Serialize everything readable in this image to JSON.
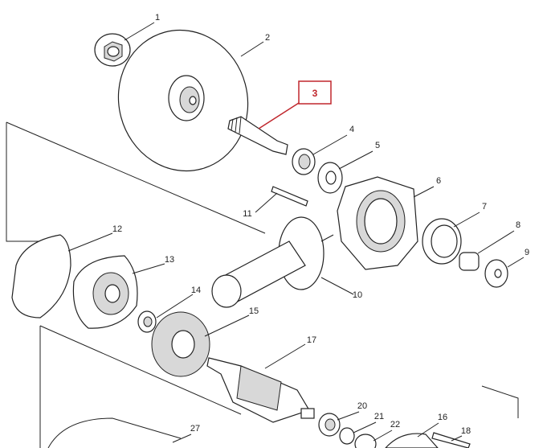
{
  "diagram": {
    "highlight": {
      "label": "3",
      "color": "#c0272d"
    },
    "part_labels": [
      "1",
      "2",
      "4",
      "5",
      "6",
      "7",
      "8",
      "9",
      "10",
      "11",
      "12",
      "13",
      "14",
      "15",
      "16",
      "17",
      "18",
      "20",
      "21",
      "22",
      "27"
    ]
  }
}
